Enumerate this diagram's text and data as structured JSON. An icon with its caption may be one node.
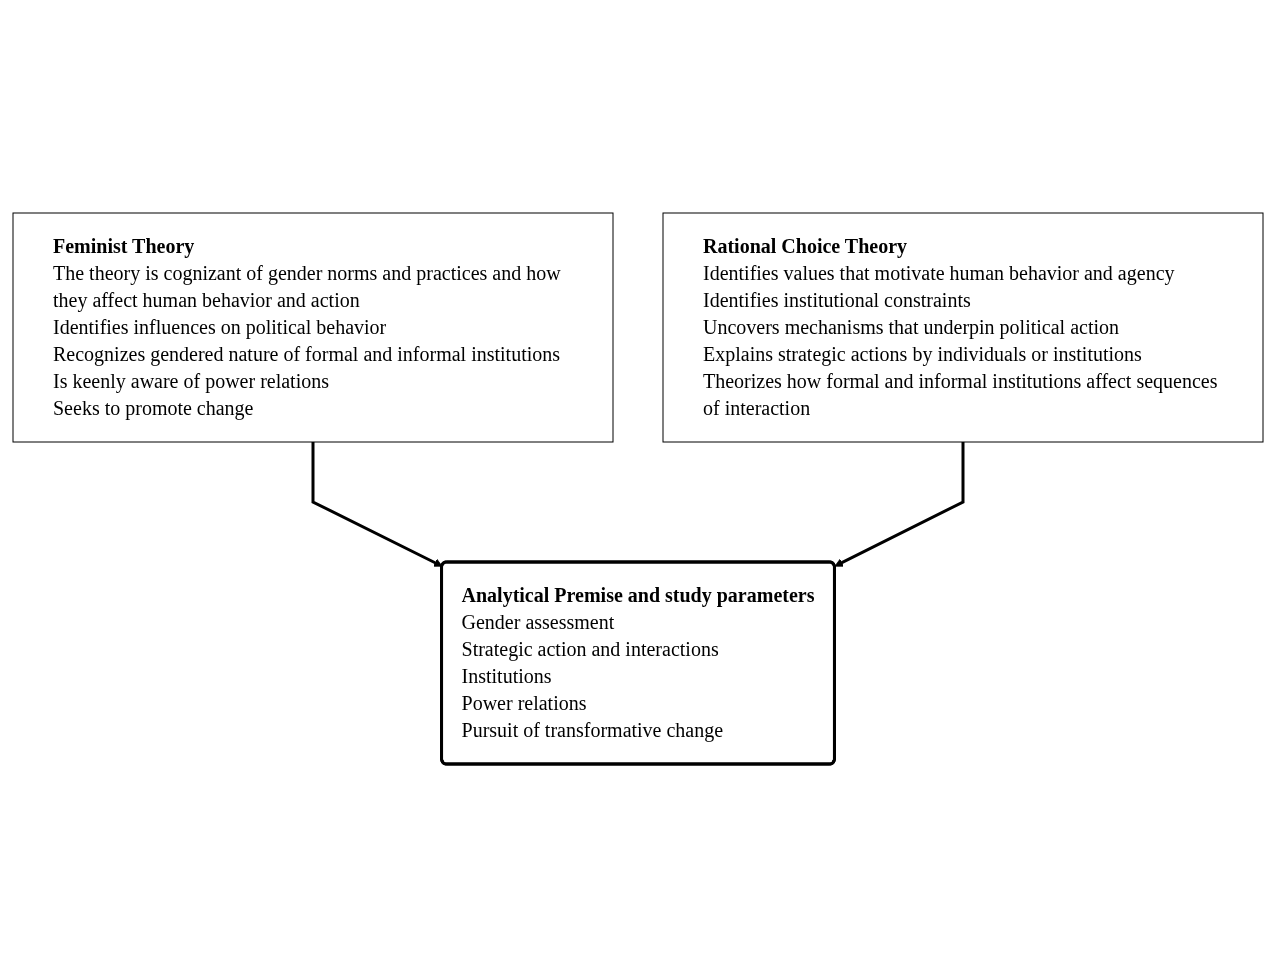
{
  "diagram": {
    "nodes": [
      {
        "text": [
          "Feminist Theory",
          "The theory is cognizant of gender norms and practices and how they affect human behavior and action",
          "Identifies influences on political behavior",
          "Recognizes gendered nature of formal and informal institutions",
          "Is keenly aware of power relations",
          "Seeks to promote change"
        ]
      },
      {
        "text": [
          "Rational Choice Theory",
          "Identifies values that motivate human behavior and agency",
          "Identifies institutional constraints",
          "Uncovers mechanisms that underpin political action",
          "Explains strategic actions by individuals or institutions",
          "Theorizes how formal and informal institutions affect sequences of interaction"
        ]
      },
      {
        "text": [
          "Analytical Premise and study parameters",
          "Gender assessment",
          "Strategic action and interactions",
          "Institutions",
          "Power relations",
          "Pursuit of transformative change"
        ]
      }
    ],
    "edges": [
      {
        "from": 0,
        "to": 2,
        "arrow": "to"
      },
      {
        "from": 1,
        "to": 2,
        "arrow": "to"
      }
    ]
  }
}
